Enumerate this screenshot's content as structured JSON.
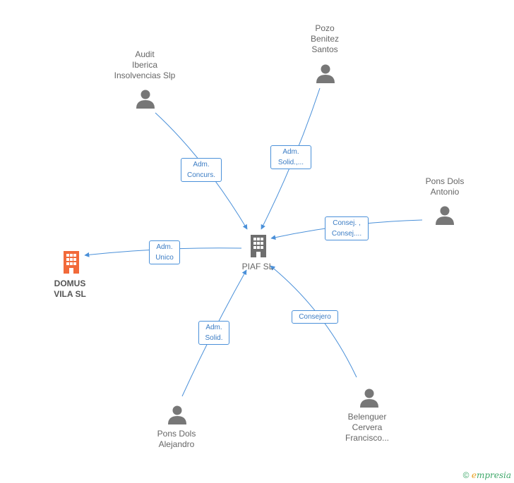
{
  "center": {
    "name": "PIAF SL"
  },
  "focus_company": {
    "name_line1": "DOMUS",
    "name_line2": "VILA SL"
  },
  "persons": [
    {
      "id": "audit",
      "lines": [
        "Audit",
        "Iberica",
        "Insolvencias Slp"
      ]
    },
    {
      "id": "pozo",
      "lines": [
        "Pozo",
        "Benitez",
        "Santos"
      ]
    },
    {
      "id": "antonio",
      "lines": [
        "Pons Dols",
        "Antonio"
      ]
    },
    {
      "id": "alejandro",
      "lines": [
        "Pons Dols",
        "Alejandro"
      ]
    },
    {
      "id": "belenguer",
      "lines": [
        "Belenguer",
        "Cervera",
        "Francisco..."
      ]
    }
  ],
  "relations": [
    {
      "id": "rel-audit",
      "lines": [
        "Adm.",
        "Concurs."
      ]
    },
    {
      "id": "rel-pozo",
      "lines": [
        "Adm.",
        "Solid.,..."
      ]
    },
    {
      "id": "rel-antonio",
      "lines": [
        "Consej. ,",
        "Consej...."
      ]
    },
    {
      "id": "rel-domus",
      "lines": [
        "Adm.",
        "Unico"
      ]
    },
    {
      "id": "rel-alejandro",
      "lines": [
        "Adm.",
        "Solid."
      ]
    },
    {
      "id": "rel-belenguer",
      "lines": [
        "Consejero"
      ]
    }
  ],
  "copyright": {
    "symbol": "©",
    "brand_initial": "e",
    "brand_rest": "mpresia"
  },
  "colors": {
    "edge": "#4a90d9",
    "person_icon": "#777777",
    "center_icon": "#6e6e6e",
    "focus_icon": "#f26a3a"
  }
}
